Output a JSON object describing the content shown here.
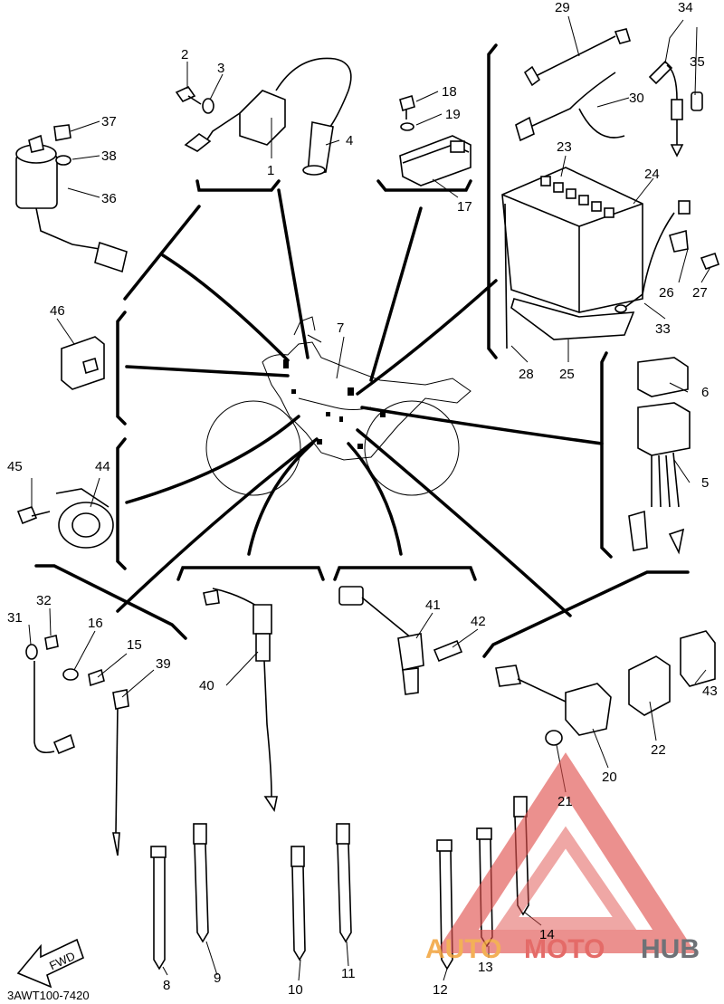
{
  "diagram": {
    "code": "3AWT100-7420",
    "fwd_label": "FWD",
    "part_numbers": [
      "1",
      "2",
      "3",
      "4",
      "5",
      "6",
      "7",
      "8",
      "9",
      "10",
      "11",
      "12",
      "13",
      "14",
      "15",
      "16",
      "17",
      "18",
      "19",
      "20",
      "21",
      "22",
      "23",
      "24",
      "25",
      "26",
      "27",
      "28",
      "29",
      "30",
      "31",
      "32",
      "33",
      "34",
      "35",
      "36",
      "37",
      "38",
      "39",
      "40",
      "41",
      "42",
      "43",
      "44",
      "45",
      "46"
    ]
  },
  "watermark": {
    "part1": "AUTO",
    "part2": "MOTO",
    "part3": "HUB",
    "colors": {
      "orange": "#f2a33a",
      "red": "#e0524e",
      "gray": "#555a60"
    }
  }
}
